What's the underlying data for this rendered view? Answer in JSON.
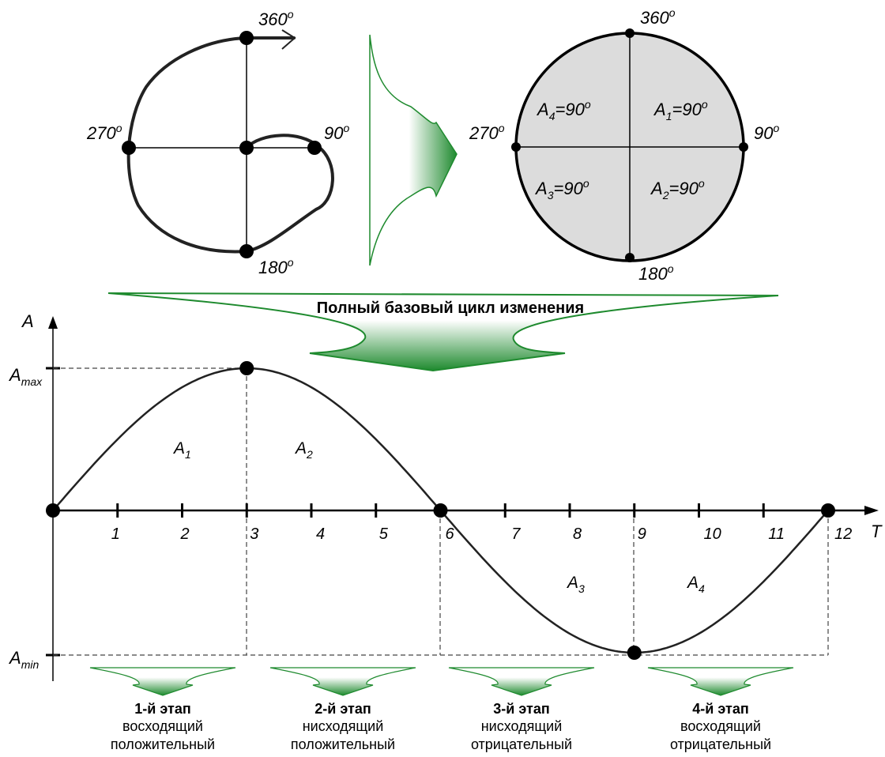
{
  "spiral": {
    "labels": {
      "top": "360",
      "right": "90",
      "bottom": "180",
      "left": "270"
    },
    "degree_mark": "o"
  },
  "circle": {
    "labels": {
      "top": "360",
      "right": "90",
      "bottom": "180",
      "left": "270"
    },
    "quadrants": {
      "q1": {
        "base": "A",
        "sub": "1",
        "val": "=90"
      },
      "q2": {
        "base": "A",
        "sub": "2",
        "val": "=90"
      },
      "q3": {
        "base": "A",
        "sub": "3",
        "val": "=90"
      },
      "q4": {
        "base": "A",
        "sub": "4",
        "val": "=90"
      }
    },
    "fill": "#dcdcdc"
  },
  "banner": {
    "text": "Полный базовый цикл изменения"
  },
  "accent_green": "#1e8a2e",
  "graph": {
    "y_axis": "A",
    "x_axis": "T",
    "y_max": {
      "base": "A",
      "sub": "max"
    },
    "y_min": {
      "base": "A",
      "sub": "min"
    },
    "ticks": [
      "1",
      "2",
      "3",
      "4",
      "5",
      "6",
      "7",
      "8",
      "9",
      "10",
      "11",
      "12"
    ],
    "areas": {
      "a1": {
        "base": "A",
        "sub": "1"
      },
      "a2": {
        "base": "A",
        "sub": "2"
      },
      "a3": {
        "base": "A",
        "sub": "3"
      },
      "a4": {
        "base": "A",
        "sub": "4"
      }
    }
  },
  "chart_data": {
    "type": "line",
    "x": [
      0,
      1,
      2,
      3,
      4,
      5,
      6,
      7,
      8,
      9,
      10,
      11,
      12
    ],
    "series": [
      {
        "values": [
          0,
          0.5,
          0.866,
          1,
          0.866,
          0.5,
          0,
          -0.5,
          -0.866,
          -1,
          -0.866,
          -0.5,
          0
        ]
      }
    ],
    "xlim": [
      0,
      12
    ],
    "ylim": [
      -1,
      1
    ],
    "xlabel": "T",
    "ylabel": "A",
    "grid": false
  },
  "stages": [
    {
      "title": "1-й этап",
      "line1": "восходящий",
      "line2": "положительный"
    },
    {
      "title": "2-й этап",
      "line1": "нисходящий",
      "line2": "положительный"
    },
    {
      "title": "3-й этап",
      "line1": "нисходящий",
      "line2": "отрицательный"
    },
    {
      "title": "4-й этап",
      "line1": "восходящий",
      "line2": "отрицательный"
    }
  ]
}
